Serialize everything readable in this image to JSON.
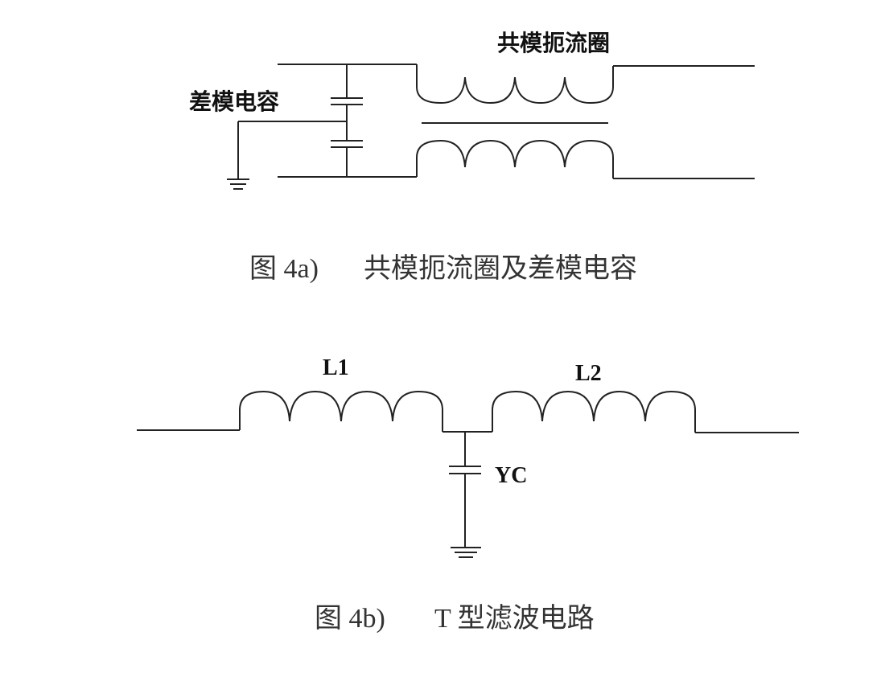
{
  "figure_a": {
    "label_choke": "共模扼流圈",
    "label_cap": "差模电容",
    "caption_num": "图 4a)",
    "caption_text": "共模扼流圈及差模电容"
  },
  "figure_b": {
    "label_l1": "L1",
    "label_l2": "L2",
    "label_yc": "YC",
    "caption_num": "图 4b)",
    "caption_text": "T 型滤波电路"
  }
}
